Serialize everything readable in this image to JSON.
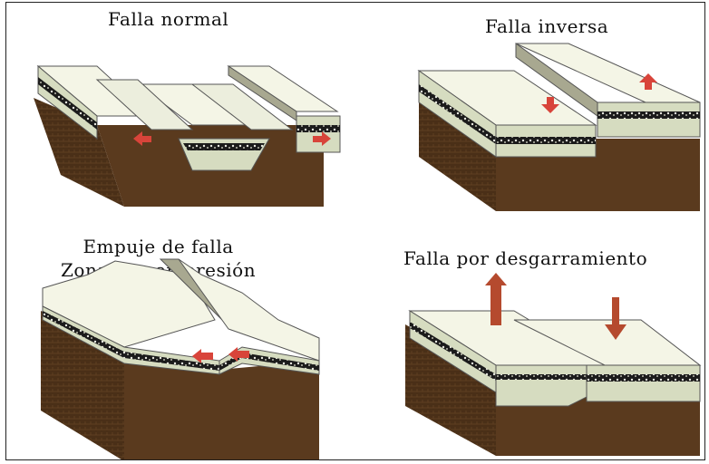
{
  "panels": {
    "normal": {
      "title": "Falla normal"
    },
    "inversa": {
      "title": "Falla inversa"
    },
    "empuje": {
      "title_line1": "Empuje de falla",
      "title_line2": "Zona de compresión"
    },
    "desgarramiento": {
      "title": "Falla por desgarramiento"
    }
  },
  "colors": {
    "brown": "#5a3a1e",
    "brown_dark": "#3d2713",
    "cream": "#f4f5e6",
    "sage": "#d6dcc0",
    "black_layer": "#1b1b1b",
    "arrow_red": "#d8443a"
  }
}
